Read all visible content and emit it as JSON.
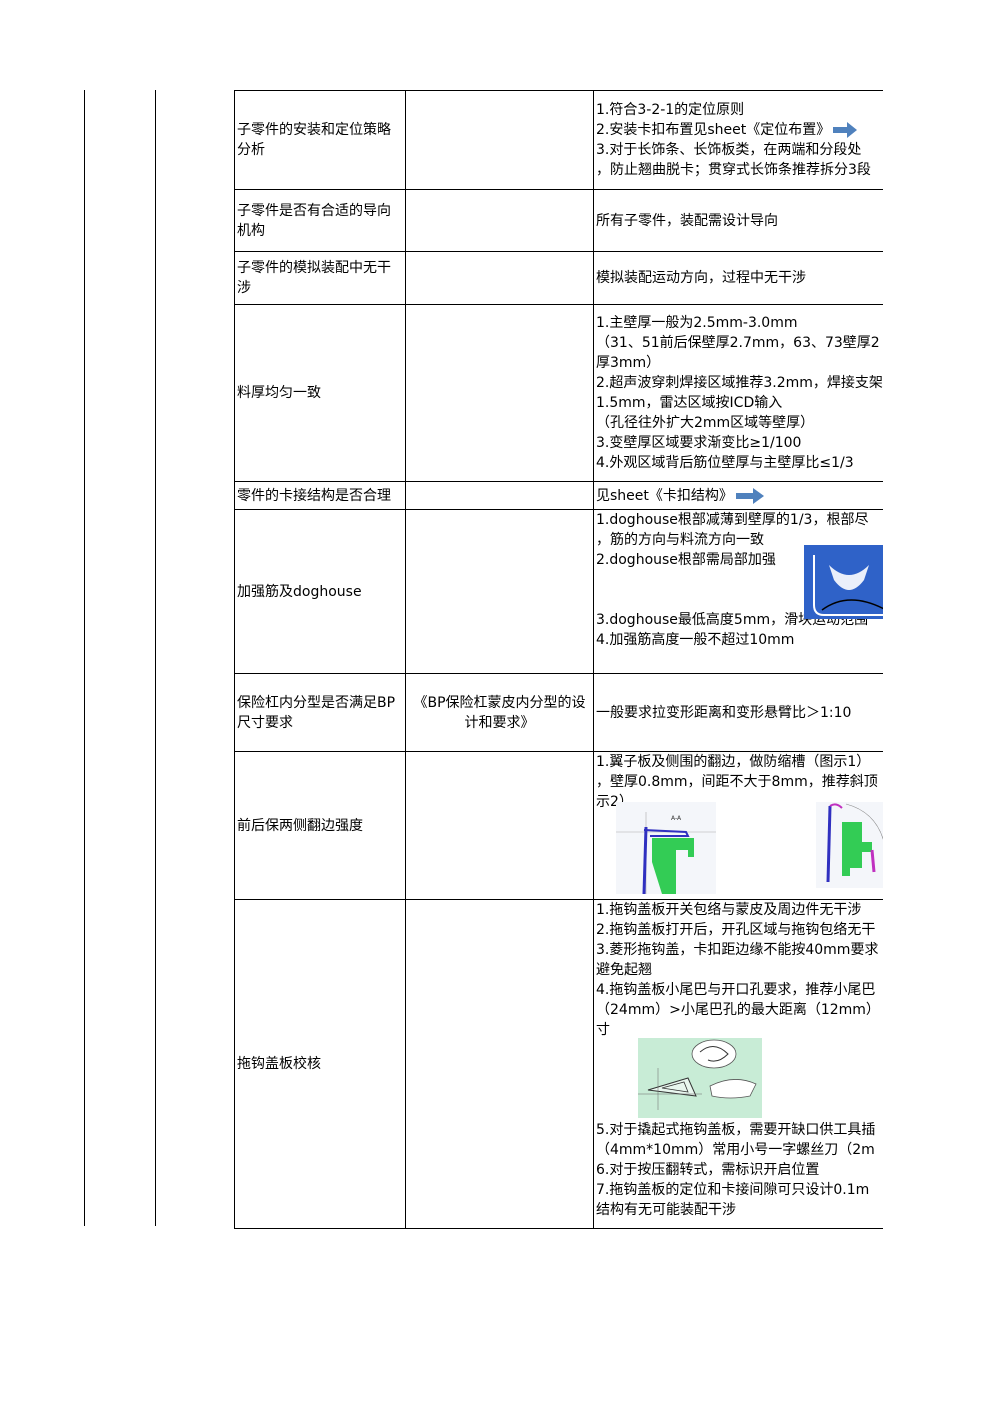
{
  "rows": [
    {
      "item": "子零件的安装和定位策略分析",
      "ref": "",
      "lines": [
        "1.符合3-2-1的定位原则",
        "2.安装卡扣布置见sheet《定位布置》",
        "3.对于长饰条、长饰板类，在两端和分段处",
        "，防止翘曲脱卡；贯穿式长饰条推荐拆分3段"
      ],
      "arrow_icon": "right-arrow-icon"
    },
    {
      "item": "子零件是否有合适的导向机构",
      "ref": "",
      "lines": [
        "所有子零件，装配需设计导向"
      ]
    },
    {
      "item": "子零件的模拟装配中无干涉",
      "ref": "",
      "lines": [
        "模拟装配运动方向，过程中无干涉"
      ]
    },
    {
      "item": "料厚均匀一致",
      "ref": "",
      "lines": [
        "1.主壁厚一般为2.5mm-3.0mm",
        "（31、51前后保壁厚2.7mm，63、73壁厚2",
        "厚3mm）",
        "2.超声波穿刺焊接区域推荐3.2mm，焊接支架",
        "1.5mm，雷达区域按ICD输入",
        "（孔径往外扩大2mm区域等壁厚）",
        "3.变壁厚区域要求渐变比≥1/100",
        "4.外观区域背后筋位壁厚与主壁厚比≤1/3"
      ]
    },
    {
      "item": "零件的卡接结构是否合理",
      "ref": "",
      "lines": [
        "见sheet《卡扣结构》"
      ],
      "arrow_icon": "right-arrow-icon"
    },
    {
      "item": "加强筋及doghouse",
      "ref": "",
      "lines_top": [
        "1.doghouse根部减薄到壁厚的1/3，根部尽",
        "，筋的方向与料流方向一致",
        "2.doghouse根部需局部加强"
      ],
      "lines_bottom": [
        "3.doghouse最低高度5mm，滑块运动范围",
        "4.加强筋高度一般不超过10mm"
      ]
    },
    {
      "item": "保险杠内分型是否满足BP尺寸要求",
      "ref": "《BP保险杠蒙皮内分型的设计和要求》",
      "lines": [
        "一般要求拉变形距离和变形悬臂比＞1:10"
      ]
    },
    {
      "item": "前后保两侧翻边强度",
      "ref": "",
      "lines": [
        "1.翼子板及侧围的翻边，做防缩槽（图示1）",
        "，壁厚0.8mm，间距不大于8mm，推荐斜顶",
        "示2）"
      ]
    },
    {
      "item": "拖钩盖板校核",
      "ref": "",
      "lines_top": [
        "1.拖钩盖板开关包络与蒙皮及周边件无干涉",
        "2.拖钩盖板打开后，开孔区域与拖钩包络无干",
        "3.菱形拖钩盖，卡扣距边缘不能按40mm要求",
        "避免起翘",
        "4.拖钩盖板小尾巴与开口孔要求，推荐小尾巴",
        "（24mm）>小尾巴孔的最大距离（12mm）",
        "寸"
      ],
      "lines_bottom": [
        "5.对于撬起式拖钩盖板，需要开缺口供工具插",
        "（4mm*10mm）常用小号一字螺丝刀（2m",
        "6.对于按压翻转式，需标识开启位置",
        "7.拖钩盖板的定位和卡接间隙可只设计0.1m",
        "结构有无可能装配干涉"
      ]
    }
  ],
  "colors": {
    "arrow": "#4f81bd",
    "blue_block": "#2f62c8",
    "green_fill": "#33cc55",
    "green_bg": "#c8ecd6"
  }
}
